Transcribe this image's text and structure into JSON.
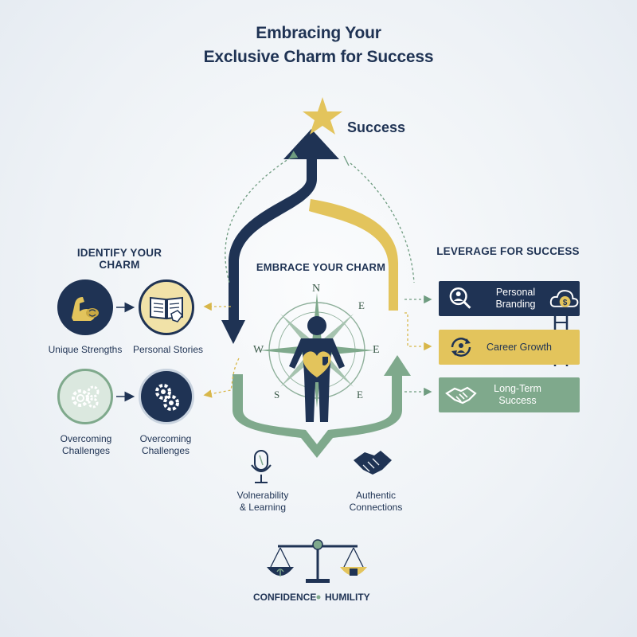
{
  "title": {
    "line1": "Embracing Your",
    "line2": "Exclusive Charm for Success"
  },
  "success": {
    "label": "Success"
  },
  "left_section": {
    "heading": "IDENTIFY YOUR CHARM",
    "items": [
      {
        "label": "Unique Strengths",
        "icon": "flexed-arm-brain-icon"
      },
      {
        "label": "Personal Stories",
        "icon": "open-book-icon"
      },
      {
        "label_line1": "Overcoming",
        "label_line2": "Challenges",
        "icon": "gears-icon"
      },
      {
        "label_line1": "Overcoming",
        "label_line2": "Challenges",
        "icon": "gears-icon"
      }
    ]
  },
  "center": {
    "heading": "EMBRACE YOUR CHARM",
    "compass": {
      "n": "N",
      "e": "E",
      "w": "W",
      "s": "S",
      "se": "E",
      "ne": "E"
    }
  },
  "right_section": {
    "heading": "LEVERAGE FOR SUCCESS",
    "cards": [
      {
        "line1": "Personal",
        "line2": "Branding",
        "icon": "magnifier-person-icon",
        "color": "#1f3354"
      },
      {
        "line1": "Career Growth",
        "icon": "growth-cycle-icon",
        "color": "#e3c45c"
      },
      {
        "line1": "Long-Term",
        "line2": "Success",
        "icon": "handshake-icon",
        "color": "#7fa98c"
      }
    ]
  },
  "bottom": {
    "vulnerability": {
      "line1": "Volnerability",
      "line2": "& Learning"
    },
    "connections": {
      "line1": "Authentic",
      "line2": "Connections"
    },
    "balance": {
      "left": "CONFIDENCE",
      "right": "HUMILITY"
    }
  },
  "colors": {
    "navy": "#1f3354",
    "gold": "#e3c45c",
    "sage": "#7fa98c",
    "light_gold": "#f1e2a8"
  }
}
